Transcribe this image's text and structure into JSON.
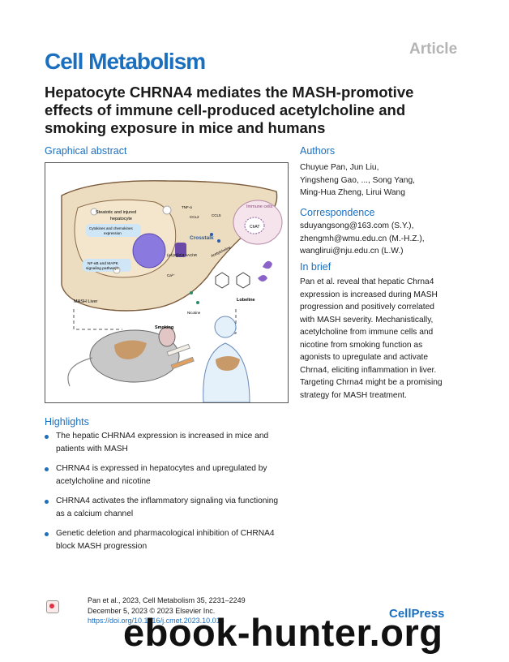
{
  "article_tag": "Article",
  "journal": "Cell Metabolism",
  "title": "Hepatocyte CHRNA4 mediates the MASH-promotive effects of immune cell-produced acetylcholine and smoking exposure in mice and humans",
  "graphical_abstract": {
    "heading": "Graphical abstract",
    "labels": {
      "steatotic": "Steatotic and injured",
      "hepatocyte": "hepatocyte",
      "cytokines1": "Cytokines and chemokines",
      "cytokines2": "expression",
      "nfkb1": "NF-κB and MAPK",
      "nfkb2": "signaling pathways",
      "crosstalk": "Crosstalk",
      "immune": "Immune cells",
      "chat": "ChAT",
      "nachr": "(α4)2(β2)3 nAChR",
      "ca": "Ca²⁺",
      "tnf": "TNF-α",
      "ccl2": "CCL2",
      "ccl5": "CCL5",
      "acetylcholine": "Acetylcholine",
      "mash_liver": "MASH Liver",
      "lobeline": "Lobeline",
      "nicotine": "Nicotine",
      "smoking": "Smoking"
    }
  },
  "authors": {
    "heading": "Authors",
    "lines": [
      "Chuyue Pan, Jun Liu,",
      "Yingsheng Gao, ..., Song Yang,",
      "Ming-Hua Zheng, Lirui Wang"
    ]
  },
  "correspondence": {
    "heading": "Correspondence",
    "lines": [
      "sduyangsong@163.com (S.Y.),",
      "zhengmh@wmu.edu.cn (M.-H.Z.),",
      "wanglirui@nju.edu.cn (L.W.)"
    ]
  },
  "in_brief": {
    "heading": "In brief",
    "lines": [
      "Pan et al. reveal that hepatic Chrna4",
      "expression is increased during MASH",
      "progression and positively correlated",
      "with MASH severity. Mechanistically,",
      "acetylcholine from immune cells and",
      "nicotine from smoking function as",
      "agonists to upregulate and activate",
      "Chrna4, eliciting inflammation in liver.",
      "Targeting Chrna4 might be a promising",
      "strategy for MASH treatment."
    ]
  },
  "highlights": {
    "heading": "Highlights",
    "items": [
      "The hepatic CHRNA4 expression is increased in mice and patients with MASH",
      "CHRNA4 is expressed in hepatocytes and upregulated by acetylcholine and nicotine",
      "CHRNA4 activates the inflammatory signaling via functioning as a calcium channel",
      "Genetic deletion and pharmacological inhibition of CHRNA4 block MASH progression"
    ]
  },
  "footer": {
    "citation": "Pan et al., 2023, Cell Metabolism 35, 2231–2249",
    "date": "December 5, 2023 © 2023 Elsevier Inc.",
    "doi": "https://doi.org/10.1016/j.cmet.2023.10.018"
  },
  "publisher": "CellPress",
  "watermark": "ebook-hunter.org",
  "colors": {
    "accent": "#1a6fbf",
    "liver": "#e8d4b4",
    "cell": "#8a7adf"
  }
}
